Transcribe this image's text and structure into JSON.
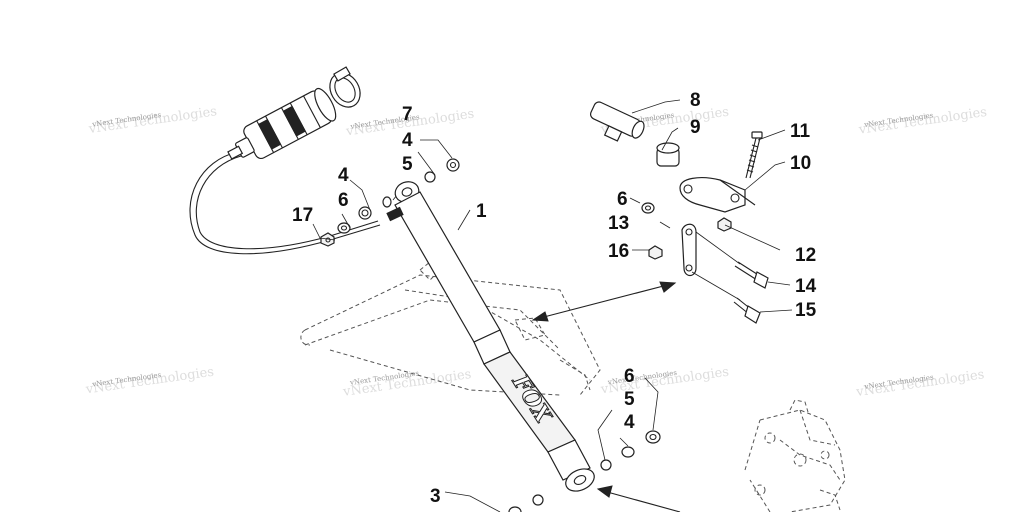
{
  "watermark": {
    "text": "vNext Technologies"
  },
  "callouts": {
    "c1": "1",
    "c3": "3",
    "c4a": "4",
    "c4b": "4",
    "c4c": "4",
    "c5a": "5",
    "c5b": "5",
    "c6a": "6",
    "c6b": "6",
    "c6c": "6",
    "c7": "7",
    "c8": "8",
    "c9": "9",
    "c10": "10",
    "c11": "11",
    "c12": "12",
    "c13": "13",
    "c14": "14",
    "c15": "15",
    "c16": "16",
    "c17": "17"
  },
  "shock_logo": {
    "text": "FOX"
  }
}
